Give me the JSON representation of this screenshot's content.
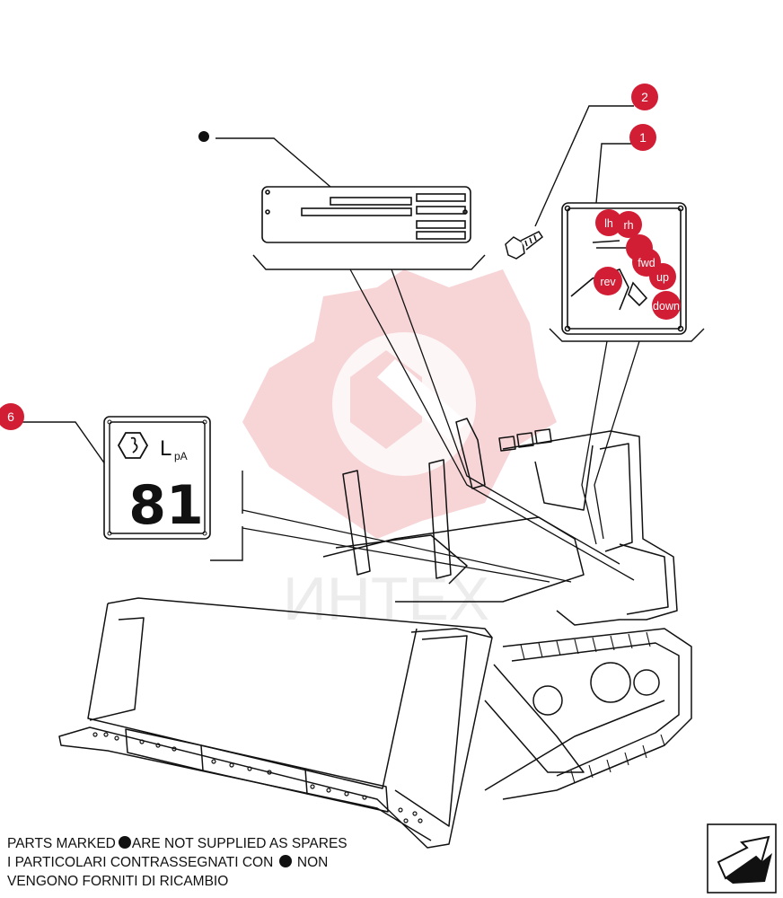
{
  "callouts": {
    "c2": "2",
    "c1": "1",
    "c6": "6"
  },
  "decal_badges": {
    "lh": "lh",
    "rh": "rh",
    "fwd": "fwd",
    "rev": "rev",
    "up": "up",
    "down": "down"
  },
  "noise_label": {
    "symbol": "L",
    "subscript": "pA",
    "value": "81"
  },
  "watermark": "ИНТЕХ",
  "footnote": {
    "line1_pre": "PARTS MARKED",
    "line1_post": "ARE NOT SUPPLIED AS SPARES",
    "line2_pre": "I  PARTICOLARI  CONTRASSEGNATI  CON",
    "line2_post": "NON",
    "line3": "VENGONO FORNITI DI RICAMBIO"
  },
  "colors": {
    "callout_red": "#d21e35",
    "watermark_red": "#f2b3b8",
    "line": "#111111"
  },
  "icons": {
    "bullet": "filled-circle",
    "corner_arrow": "next-page-arrow-icon"
  }
}
